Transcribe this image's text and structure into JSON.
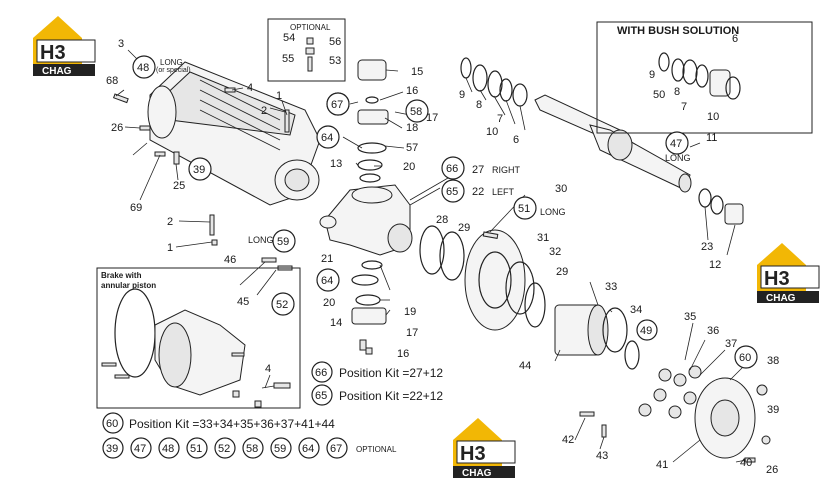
{
  "diagram": {
    "bush_title": "WITH BUSH SOLUTION",
    "optional_top": "OPTIONAL",
    "brake_title_1": "Brake with",
    "brake_title_2": "annular piston",
    "long_label": "LONG",
    "long_special_1": "LONG",
    "long_special_2": "(or special)",
    "right_label": "RIGHT",
    "left_label": "LEFT",
    "position_kit_66": "Position Kit =27+12",
    "position_kit_65": "Position Kit =22+12",
    "position_kit_60": "Position Kit =33+34+35+36+37+41+44",
    "optional_bottom": "OPTIONAL",
    "optional_list": [
      "39",
      "47",
      "48",
      "51",
      "52",
      "58",
      "59",
      "64",
      "67"
    ],
    "logo_text": "H3",
    "logo_sub": "CHAG"
  },
  "callouts": {
    "c1": "1",
    "c2": "2",
    "c3": "3",
    "c4": "4",
    "c6": "6",
    "c7": "7",
    "c8": "8",
    "c9": "9",
    "c10": "10",
    "c11": "11",
    "c12": "12",
    "c13": "13",
    "c14": "14",
    "c15": "15",
    "c16": "16",
    "c17": "17",
    "c18": "18",
    "c19": "19",
    "c20": "20",
    "c21": "21",
    "c22": "22",
    "c23": "23",
    "c25": "25",
    "c26": "26",
    "c27": "27",
    "c28": "28",
    "c29": "29",
    "c30": "30",
    "c31": "31",
    "c32": "32",
    "c33": "33",
    "c34": "34",
    "c35": "35",
    "c36": "36",
    "c37": "37",
    "c38": "38",
    "c40": "40",
    "c41": "41",
    "c42": "42",
    "c43": "43",
    "c44": "44",
    "c45": "45",
    "c46": "46",
    "c50": "50",
    "c53": "53",
    "c54": "54",
    "c55": "55",
    "c56": "56",
    "c57": "57",
    "c68": "68",
    "c69": "69",
    "k39": "39",
    "k47": "47",
    "k48": "48",
    "k49": "49",
    "k51": "51",
    "k52": "52",
    "k58": "58",
    "k59": "59",
    "k60": "60",
    "k64": "64",
    "k65": "65",
    "k66": "66",
    "k67": "67"
  }
}
